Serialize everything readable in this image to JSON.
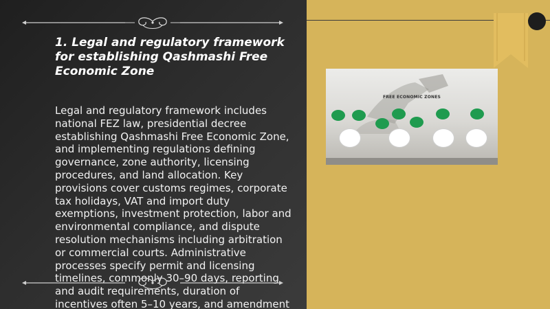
{
  "slide": {
    "title": "1. Legal and regulatory framework for establishing Qashmashi Free Economic Zone",
    "body": "Legal and regulatory framework includes national FEZ law, presidential decree establishing Qashmashi Free Economic Zone, and implementing regulations defining governance, zone authority, licensing procedures, and land allocation. Key provisions cover customs regimes, corporate tax holidays, VAT and import duty exemptions, investment protection, labor and environmental compliance, and dispute resolution mechanisms including arbitration or commercial courts. Administrative processes specify permit and licensing timelines, commonly 30–90 days, reporting and audit requirements, duration of incentives often 5–10 years, and amendment"
  },
  "thumbnail": {
    "title": "FREE ECONOMIC ZONES"
  },
  "colors": {
    "left_panel": "#2d2d2d",
    "right_panel": "#d6b45a",
    "ribbon": "#e2bd5f",
    "node_green": "#1f9b4f"
  },
  "icons": [
    "ornament-divider-icon",
    "bookmark-ribbon-icon",
    "dark-dot-icon"
  ]
}
